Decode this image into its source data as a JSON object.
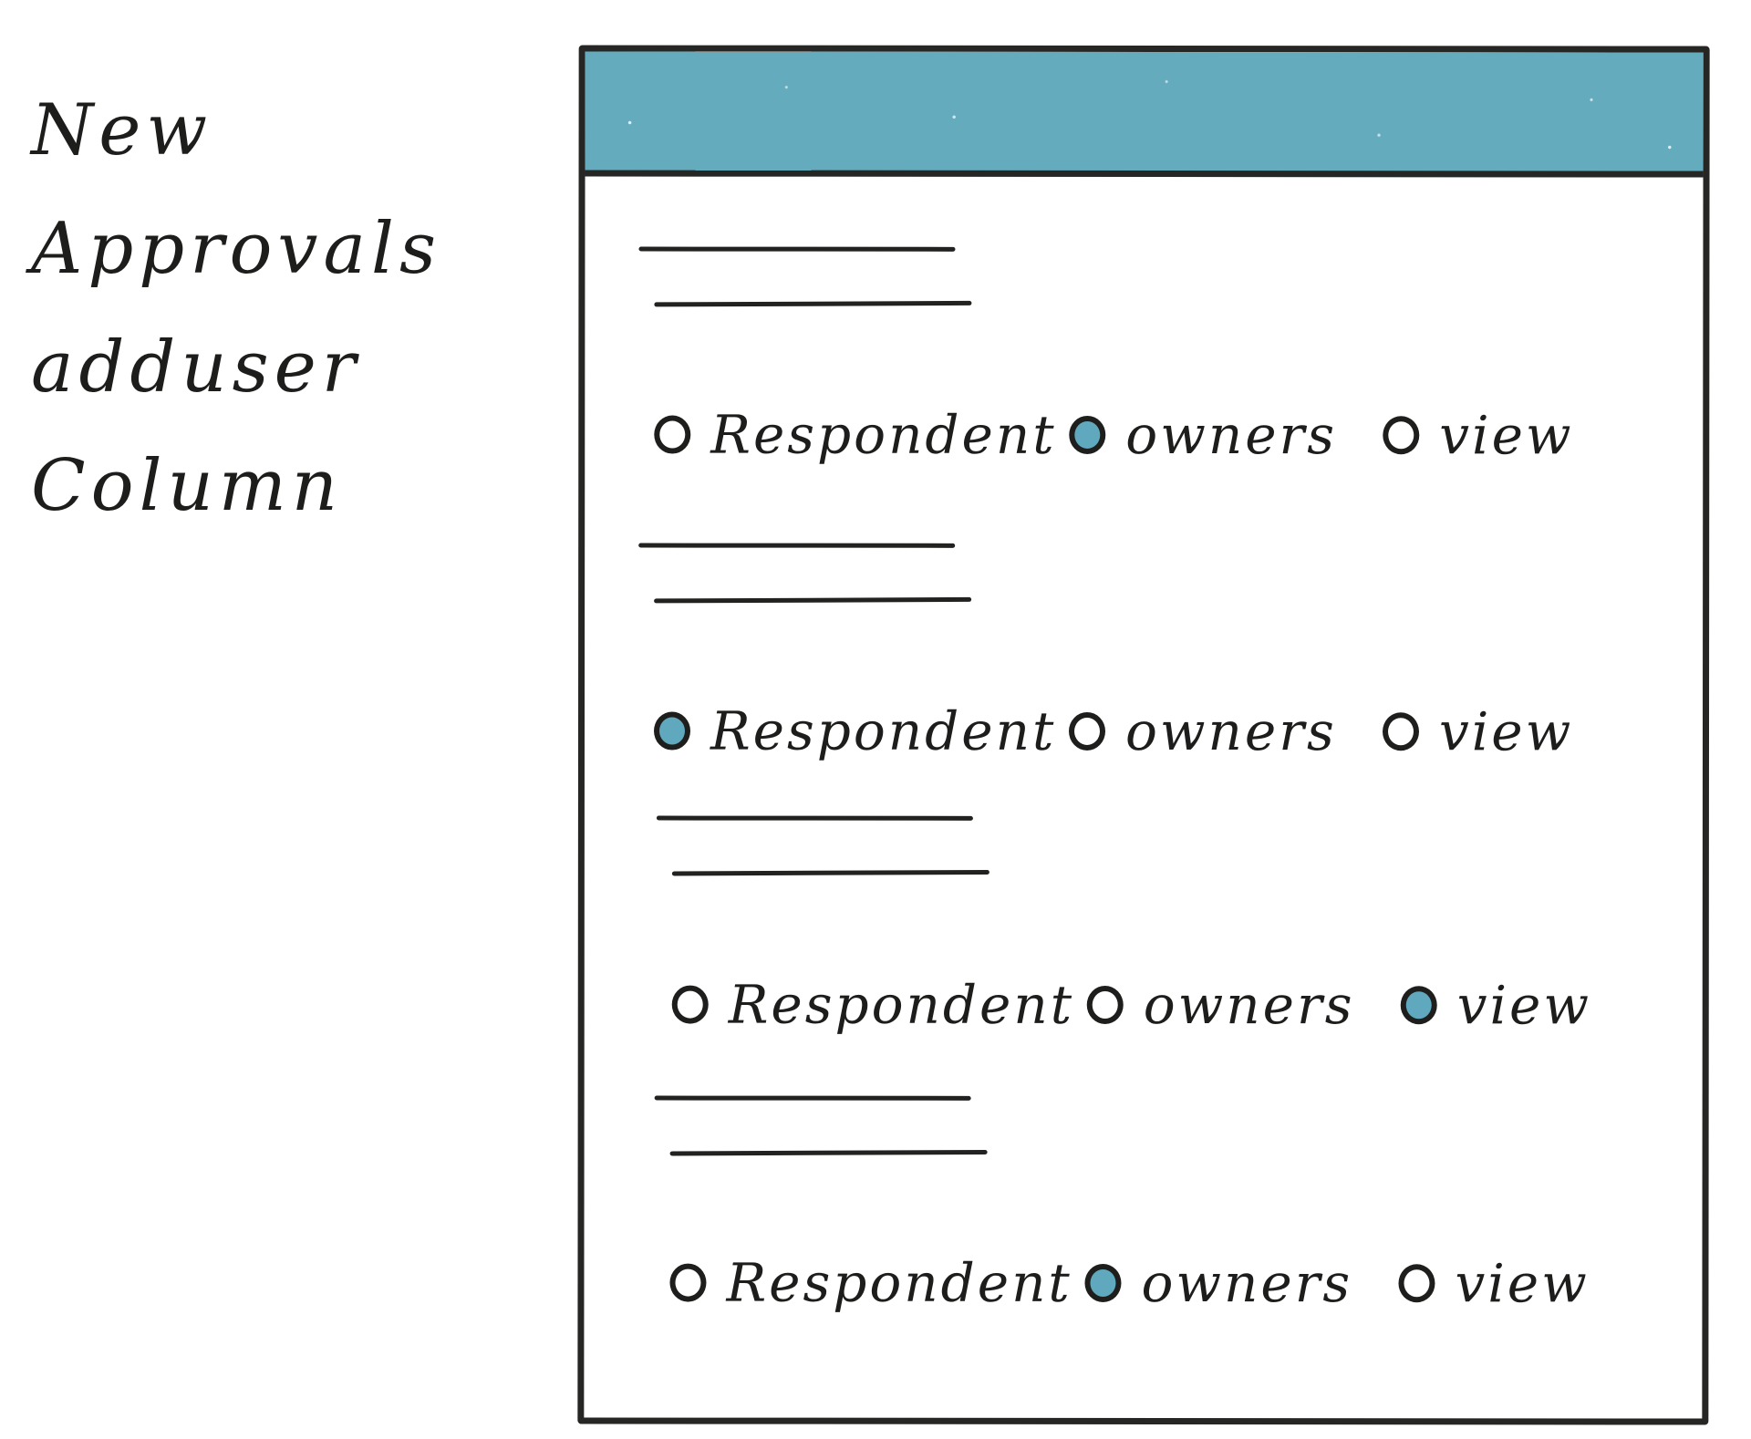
{
  "note": {
    "lines": [
      "New",
      "Approvals",
      "adduser",
      "Column"
    ]
  },
  "colors": {
    "accent": "#65abbe",
    "ink": "#1e1e1c"
  },
  "rows": [
    {
      "options": [
        {
          "label": "Respondent",
          "checked": false
        },
        {
          "label": "owners",
          "checked": true
        },
        {
          "label": "view",
          "checked": false
        }
      ]
    },
    {
      "options": [
        {
          "label": "Respondent",
          "checked": true
        },
        {
          "label": "owners",
          "checked": false
        },
        {
          "label": "view",
          "checked": false
        }
      ]
    },
    {
      "options": [
        {
          "label": "Respondent",
          "checked": false
        },
        {
          "label": "owners",
          "checked": false
        },
        {
          "label": "view",
          "checked": true
        }
      ]
    },
    {
      "options": [
        {
          "label": "Respondent",
          "checked": false
        },
        {
          "label": "owners",
          "checked": true
        },
        {
          "label": "view",
          "checked": false
        }
      ]
    }
  ]
}
